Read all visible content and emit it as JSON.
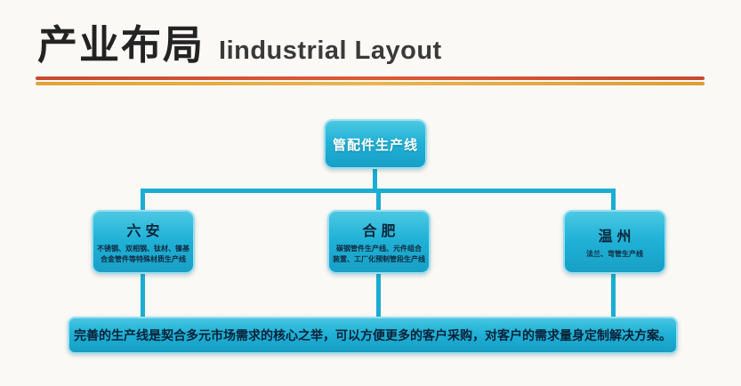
{
  "header": {
    "title_zh": "产业布局",
    "title_en": "Iindustrial Layout"
  },
  "chart": {
    "root": {
      "label": "管配件生产线"
    },
    "children": [
      {
        "name": "六安",
        "desc": "不锈钢、双相钢、钛材、镍基\n合金管件等特殊材质生产线"
      },
      {
        "name": "合肥",
        "desc": "碳钢管件生产线、元件组合\n装置、工厂化预制管段生产线"
      },
      {
        "name": "温州",
        "desc": "法兰、弯管生产线"
      }
    ],
    "summary": "完善的生产线是契合多元市场需求的核心之举，可以方便更多的客户采购，对客户的需求量身定制解决方案。"
  },
  "colors": {
    "node_cyan": "#1fb1d6",
    "node_border": "#96dff0",
    "divider_red": "#c84a30",
    "divider_orange": "#e2a23a",
    "title_text": "#232323",
    "node_title_text": "#0b2438",
    "root_text": "#ffffff"
  }
}
